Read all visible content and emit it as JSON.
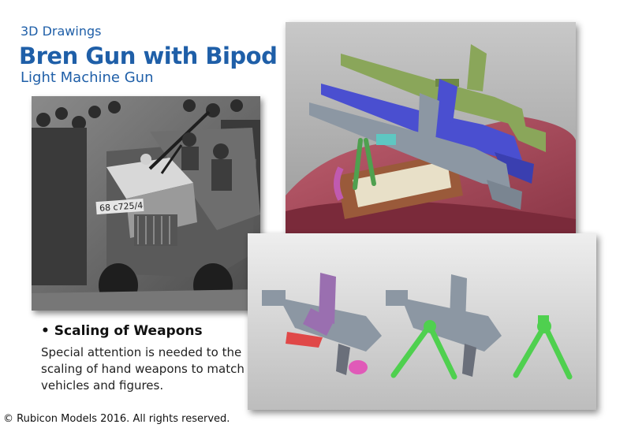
{
  "header": {
    "section": "3D Drawings",
    "title": "Bren Gun with Bipod",
    "subtitle": "Light Machine Gun"
  },
  "photo": {
    "plate_text": "68 c725/4"
  },
  "bullet": {
    "title": "• Scaling of Weapons",
    "body": "Special attention is needed to the scaling of hand weapons to match vehicles and figures."
  },
  "footer": {
    "copyright": "© Rubicon Models 2016. All rights reserved."
  },
  "colors": {
    "heading_blue": "#1f5fa8",
    "gun_green": "#8aa65a",
    "gun_blue": "#4a4fd0",
    "gun_grey": "#8c97a3",
    "hull_red": "#a8495a",
    "bipod_green": "#4fd04f",
    "mag_purple": "#9a6fb0",
    "part_red": "#e04848",
    "part_pink": "#e05ab8",
    "part_cyan": "#5ec7c2"
  }
}
